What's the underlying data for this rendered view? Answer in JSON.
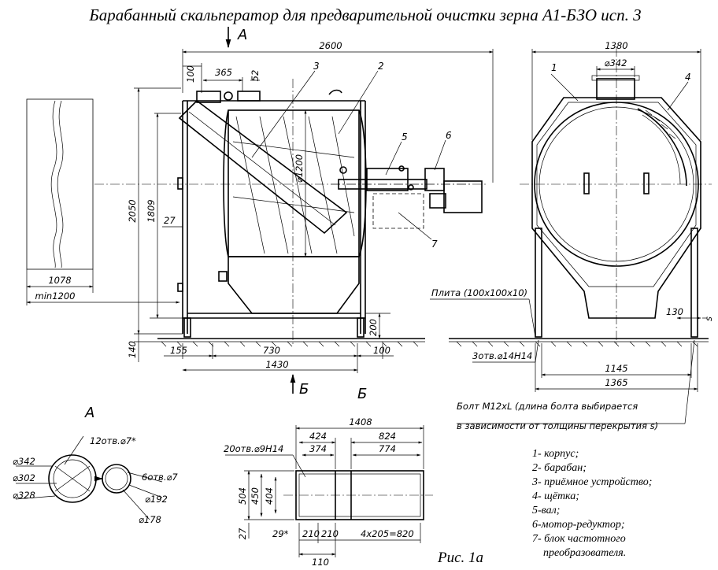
{
  "title": "Барабанный скальператор для предварительной очистки зерна А1-БЗО исп. 3",
  "caption": "Рис. 1а",
  "view_marks": {
    "a_arrow": "А",
    "b_arrow": "Б",
    "section_a": "А",
    "section_b": "Б"
  },
  "callouts": [
    "1",
    "2",
    "3",
    "4",
    "5",
    "6",
    "7"
  ],
  "front_view": {
    "dims": {
      "overall_length": "2600",
      "d100_top": "100",
      "d365": "365",
      "d52": "52",
      "height_2050": "2050",
      "height_1809": "1809",
      "d27": "27",
      "drum_dia": "⌀1200",
      "d155": "155",
      "d730": "730",
      "d1430": "1430",
      "d100_bottom": "100",
      "d200": "200",
      "d140": "140"
    }
  },
  "clearance_view": {
    "d1078": "1078",
    "min1200": "min1200"
  },
  "side_view": {
    "dims": {
      "width_1380": "1380",
      "outlet_dia": "⌀342",
      "d130": "130",
      "s": "s",
      "d1145": "1145",
      "d1365": "1365"
    },
    "notes": {
      "plate": "Плита (100х100х10)",
      "holes": "3отв.⌀14Н14",
      "bolt_line1": "Болт М12хL (длина болта выбирается",
      "bolt_line2": "в зависимости от толщины перекрытия s)"
    }
  },
  "detail_a": {
    "holes12": "12отв.⌀7*",
    "holes6": "6отв.⌀7",
    "d342": "⌀342",
    "d302": "⌀302",
    "d328": "⌀328",
    "d192": "⌀192",
    "d178": "⌀178"
  },
  "detail_b": {
    "d1408": "1408",
    "d424": "424",
    "d824": "824",
    "d374": "374",
    "d774": "774",
    "holes20": "20отв.⌀9Н14",
    "d504": "504",
    "d450": "450",
    "d404": "404",
    "d27": "27",
    "d29": "29*",
    "d210a": "210",
    "d210b": "210",
    "d4x205": "4х205=820",
    "d110": "110"
  },
  "legend": [
    "1- корпус;",
    "2- барабан;",
    "3- приёмное устройство;",
    "4- щётка;",
    "5-вал;",
    "6-мотор-редуктор;",
    "7- блок частотного",
    "преобразователя."
  ]
}
